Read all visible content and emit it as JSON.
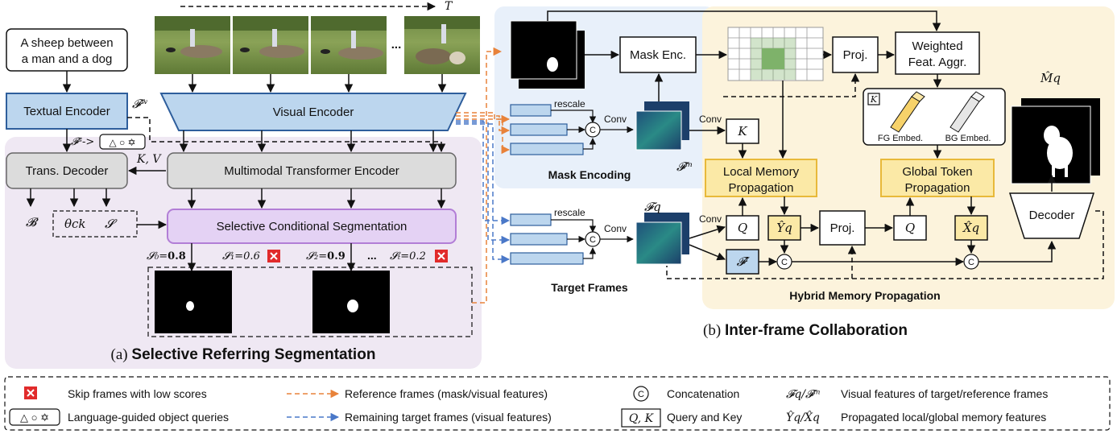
{
  "query_text": {
    "line1": "A sheep between",
    "line2": "a man and a dog"
  },
  "time_label": "T",
  "ellipsis": "...",
  "textual_encoder": "Textual Encoder",
  "visual_encoder": "Visual Encoder",
  "fw": "𝓕ʷ",
  "fs": "𝓕ˢ->",
  "query_shapes": "△ ○ ✡",
  "kv": "K, V",
  "trans_decoder": "Trans. Decoder",
  "mm_encoder": "Multimodal Transformer Encoder",
  "out_b": "𝓑",
  "out_theta": "θck",
  "out_s": "𝓢",
  "scs": "Selective Conditional Segmentation",
  "scores": {
    "s0": "𝓢₀=",
    "v0": "0.8",
    "s1": "𝓢₁=0.6",
    "s2": "𝓢₂=",
    "v2": "0.9",
    "st": "𝓢ₜ=0.2"
  },
  "part_a": {
    "prefix": "(a) ",
    "title": "Selective Referring Segmentation"
  },
  "part_b": {
    "prefix": "(b) ",
    "title": "Inter-frame Collaboration"
  },
  "mask_enc": "Mask Enc.",
  "rescale": "rescale",
  "conv": "Conv",
  "concat": "C",
  "mask_encoding": "Mask Encoding",
  "fm": "𝓕ᵐ",
  "fq": "𝓕q",
  "target_frames": "Target Frames",
  "proj": "Proj.",
  "weighted": {
    "line1": "Weighted",
    "line2": "Feat. Aggr."
  },
  "k": "K",
  "q": "Q",
  "fi": "𝓕ᴵ",
  "yq": "Ŷq",
  "xq": "X̂q",
  "local_mem": {
    "line1": "Local Memory",
    "line2": "Propagation"
  },
  "global_tok": {
    "line1": "Global Token",
    "line2": "Propagation"
  },
  "fg_embed": "FG Embed.",
  "bg_embed": "BG Embed.",
  "mq": "M̂q",
  "decoder": "Decoder",
  "hybrid": "Hybrid Memory Propagation",
  "legend": {
    "skip": "Skip frames with low scores",
    "lang": "Language-guided object queries",
    "ref": "Reference frames (mask/visual features)",
    "rem": "Remaining target frames (visual features)",
    "concat": "Concatenation",
    "qk_sym": "Q, K",
    "qk": "Query and Key",
    "f_sym": "𝓕q/𝓕ᵐ",
    "f": "Visual features of target/reference frames",
    "yx_sym": "Ŷq/X̂q",
    "yx": "Propagated local/global memory features"
  },
  "colors": {
    "blue_box": "#bcd6ee",
    "blue_border": "#2e5e9c",
    "gray_box": "#dcdcdc",
    "purple_box": "#e4d2f4",
    "purple_border": "#b27ed6",
    "yellow_box": "#fbe9a6",
    "yellow_border": "#e8b93a",
    "orange_arrow": "#e8823a",
    "blue_arrow": "#4a78c8",
    "lavender_bg": "#efe8f3",
    "blue_bg": "#e8f0fa",
    "yellow_bg": "#fcf3dc",
    "red_x": "#e12b2b"
  }
}
